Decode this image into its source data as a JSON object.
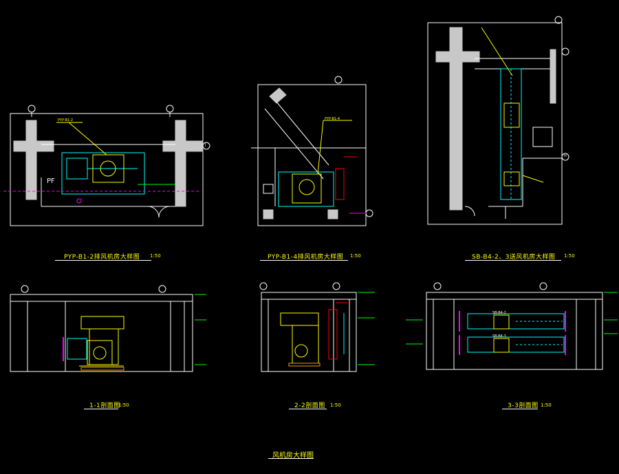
{
  "drawing": {
    "sheet_title": "风机房大样图",
    "plans": [
      {
        "title": "PYP-B1-2排风机房大样图",
        "scale": "1:50"
      },
      {
        "title": "PYP-B1-4排风机房大样图",
        "scale": "1:50"
      },
      {
        "title": "SB-B4-2、3送风机房大样图",
        "scale": "1:50"
      }
    ],
    "sections": [
      {
        "title": "1-1剖面图",
        "scale": "1:50"
      },
      {
        "title": "2-2剖面图",
        "scale": "1:50"
      },
      {
        "title": "3-3剖面图",
        "scale": "1:50"
      }
    ],
    "annotations": {
      "pf": "PF",
      "unit_a": "PYP-B1-2",
      "unit_b": "PYP-B1-4",
      "unit_c1": "SB-B4-2",
      "unit_c2": "SB-B4-3",
      "grid_j": "J",
      "grid_h": "H"
    }
  },
  "colors": {
    "background": "#000000",
    "wall": "#ffffff",
    "column": "#c8c8c8",
    "duct": "#00ffff",
    "equipment": "#ffff00",
    "accent": "#ff00ff",
    "fire_damper": "#ff0000",
    "dimension": "#00ff00"
  }
}
